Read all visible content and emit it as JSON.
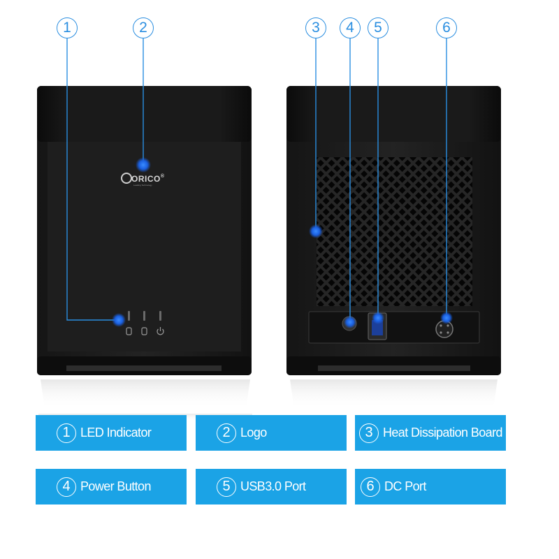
{
  "callout_numbers": [
    "1",
    "2",
    "3",
    "4",
    "5",
    "6"
  ],
  "logo": {
    "text": "ORICO",
    "trademark": "®",
    "tagline": "Leading Technology"
  },
  "legend": [
    {
      "num": "1",
      "label": "LED Indicator"
    },
    {
      "num": "2",
      "label": "Logo"
    },
    {
      "num": "3",
      "label": "Heat Dissipation Board"
    },
    {
      "num": "4",
      "label": "Power Button"
    },
    {
      "num": "5",
      "label": "USB3.0 Port"
    },
    {
      "num": "6",
      "label": "DC Port"
    }
  ],
  "colors": {
    "accent": "#2a8ee0",
    "legend_bg": "#1ba3e6",
    "device_body": "#1c1c1c",
    "marker_glow": "#1e6fe8"
  },
  "icons": [
    "drive-icon",
    "drive-icon",
    "power-icon",
    "usb-port-icon",
    "dc-port-icon"
  ]
}
